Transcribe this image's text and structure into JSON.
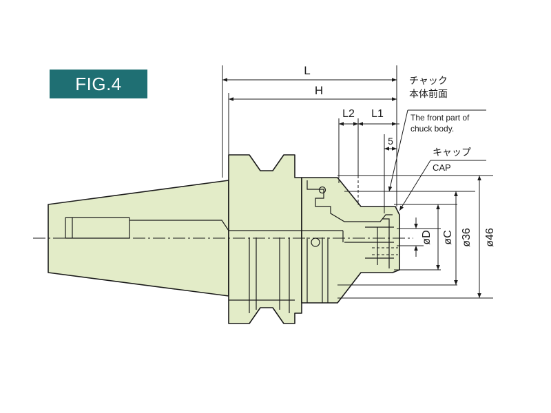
{
  "figure_label": "FIG.4",
  "dimensions": {
    "L": "L",
    "H": "H",
    "L2": "L2",
    "L1": "L1",
    "five": "5",
    "D": "øD",
    "C": "øC",
    "d36": "ø36",
    "d46": "ø46"
  },
  "annotations": {
    "chuck_front_jp_line1": "チャック",
    "chuck_front_jp_line2": "本体前面",
    "chuck_front_en_line1": "The front part of",
    "chuck_front_en_line2": "chuck body.",
    "cap_jp": "キャップ",
    "cap_en": "CAP"
  },
  "colors": {
    "body_fill": "#e3ecc8",
    "outline": "#1a1a1a",
    "badge": "#1f6f73"
  }
}
